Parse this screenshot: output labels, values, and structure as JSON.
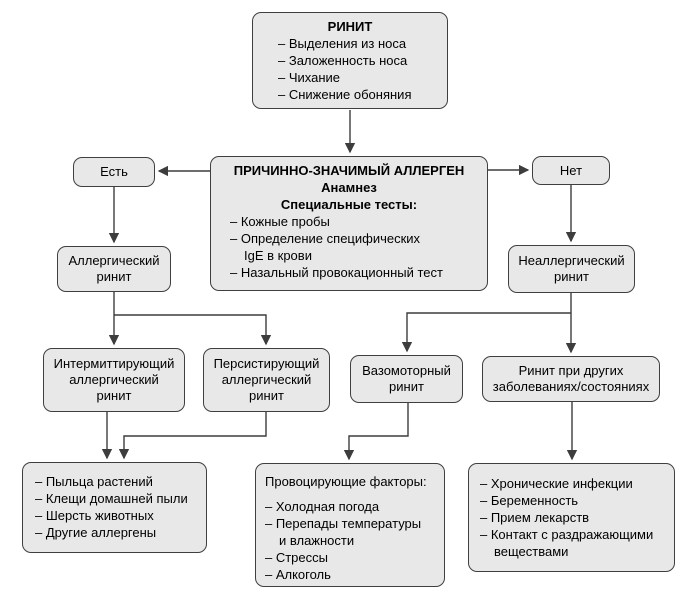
{
  "boxes": {
    "rhinitis": {
      "title": "РИНИТ",
      "items": [
        "– Выделения из носа",
        "– Заложенность носа",
        "– Чихание",
        "– Снижение обоняния"
      ]
    },
    "allergen": {
      "title": "ПРИЧИННО-ЗНАЧИМЫЙ АЛЛЕРГЕН",
      "subtitle_1": "Анамнез",
      "subtitle_2": "Специальные тесты:",
      "items": [
        "– Кожные пробы",
        "– Определение специфических\nIgE в крови",
        "– Назальный провокационный тест"
      ]
    },
    "yes": {
      "label": "Есть"
    },
    "no": {
      "label": "Нет"
    },
    "allergic": {
      "label": "Аллергический ринит"
    },
    "nonallergic": {
      "label": "Неаллергический ринит"
    },
    "intermittent": {
      "label": "Интермиттирующий аллергический ринит"
    },
    "persistent": {
      "label": "Персистирующий аллергический ринит"
    },
    "vasomotor": {
      "label": "Вазомоторный ринит"
    },
    "other_conditions": {
      "label": "Ринит при других заболеваниях/состояниях"
    },
    "allergens": {
      "items": [
        "– Пыльца растений",
        "– Клещи домашней пыли",
        "– Шерсть животных",
        "– Другие аллергены"
      ]
    },
    "factors": {
      "title": "Провоцирующие факторы:",
      "items": [
        "– Холодная погода",
        "– Перепады температуры\nи влажности",
        "– Стрессы",
        "– Алкоголь"
      ]
    },
    "nonallergic_causes": {
      "items": [
        "– Хронические инфекции",
        "– Беременность",
        "– Прием лекарств",
        "– Контакт с раздражающими\nвеществами"
      ]
    }
  },
  "colors": {
    "box_fill": "#e8e8e8",
    "box_border": "#3f3f3f",
    "connector": "#3d3d3d",
    "text": "#000000",
    "background": "#ffffff"
  }
}
